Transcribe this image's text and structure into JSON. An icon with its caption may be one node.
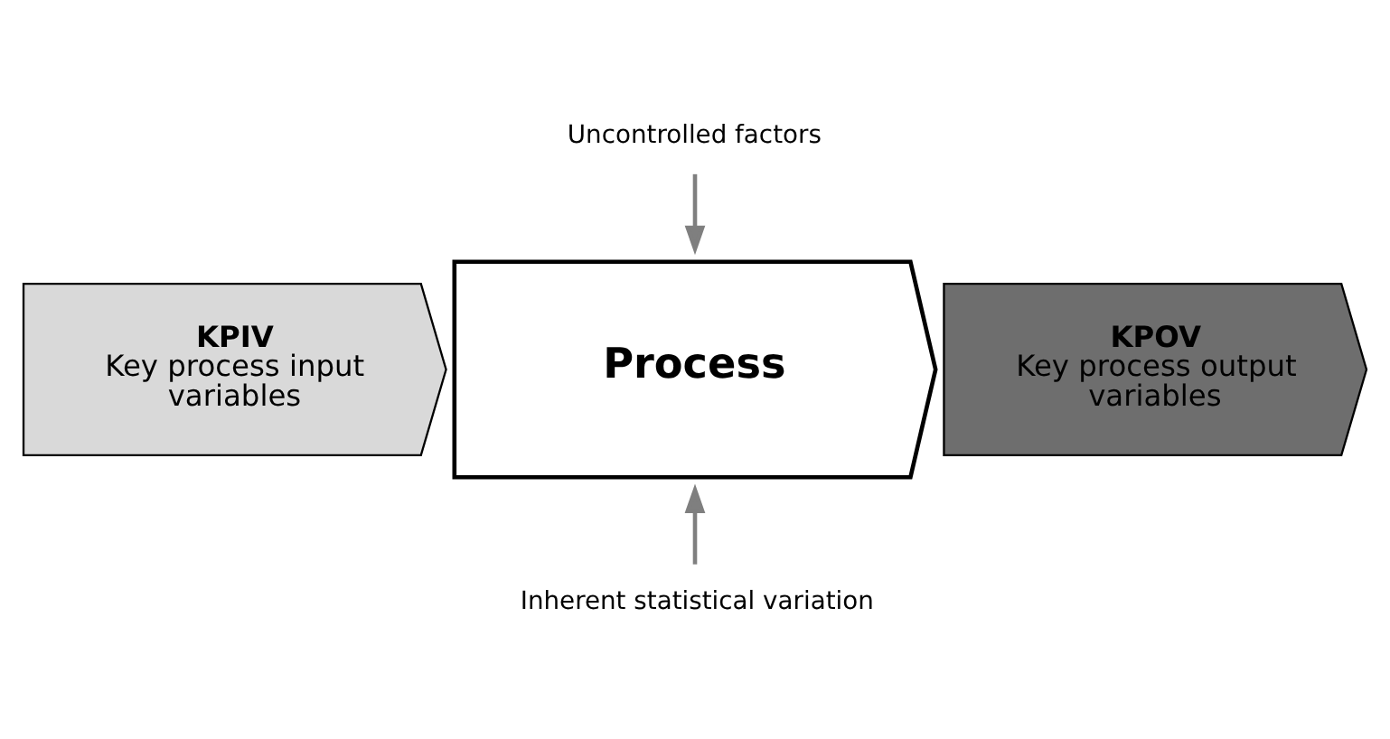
{
  "diagram": {
    "nodes": [
      {
        "text": [
          "KPIV",
          "Key process input variables"
        ]
      },
      {
        "text": [
          "Process"
        ]
      },
      {
        "text": [
          "KPOV",
          "Key process output variables"
        ]
      },
      {
        "text": [
          "Uncontrolled factors"
        ]
      },
      {
        "text": [
          "Inherent statistical variation"
        ]
      }
    ],
    "edges": [
      {
        "from": 3,
        "to": 1,
        "arrow": "to"
      },
      {
        "from": 4,
        "to": 1,
        "arrow": "to"
      }
    ]
  }
}
